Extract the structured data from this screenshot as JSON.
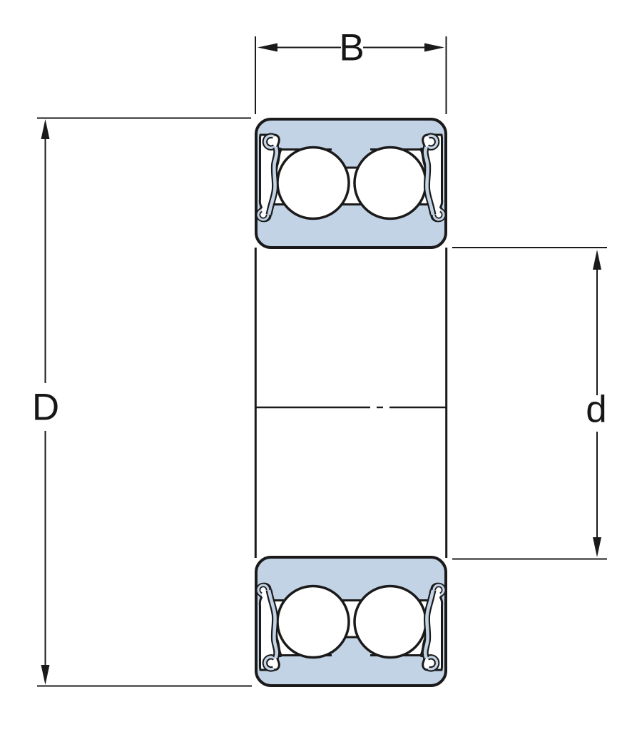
{
  "figure": {
    "title": "bearing-cross-section-dimension-drawing",
    "labels": {
      "width": "B",
      "outer_diameter": "D",
      "bore": "d"
    },
    "colors": {
      "ring_fill": "#c3d3e6",
      "line": "#1a1a1a",
      "ball_fill": "#ffffff",
      "background": "#ffffff"
    }
  }
}
